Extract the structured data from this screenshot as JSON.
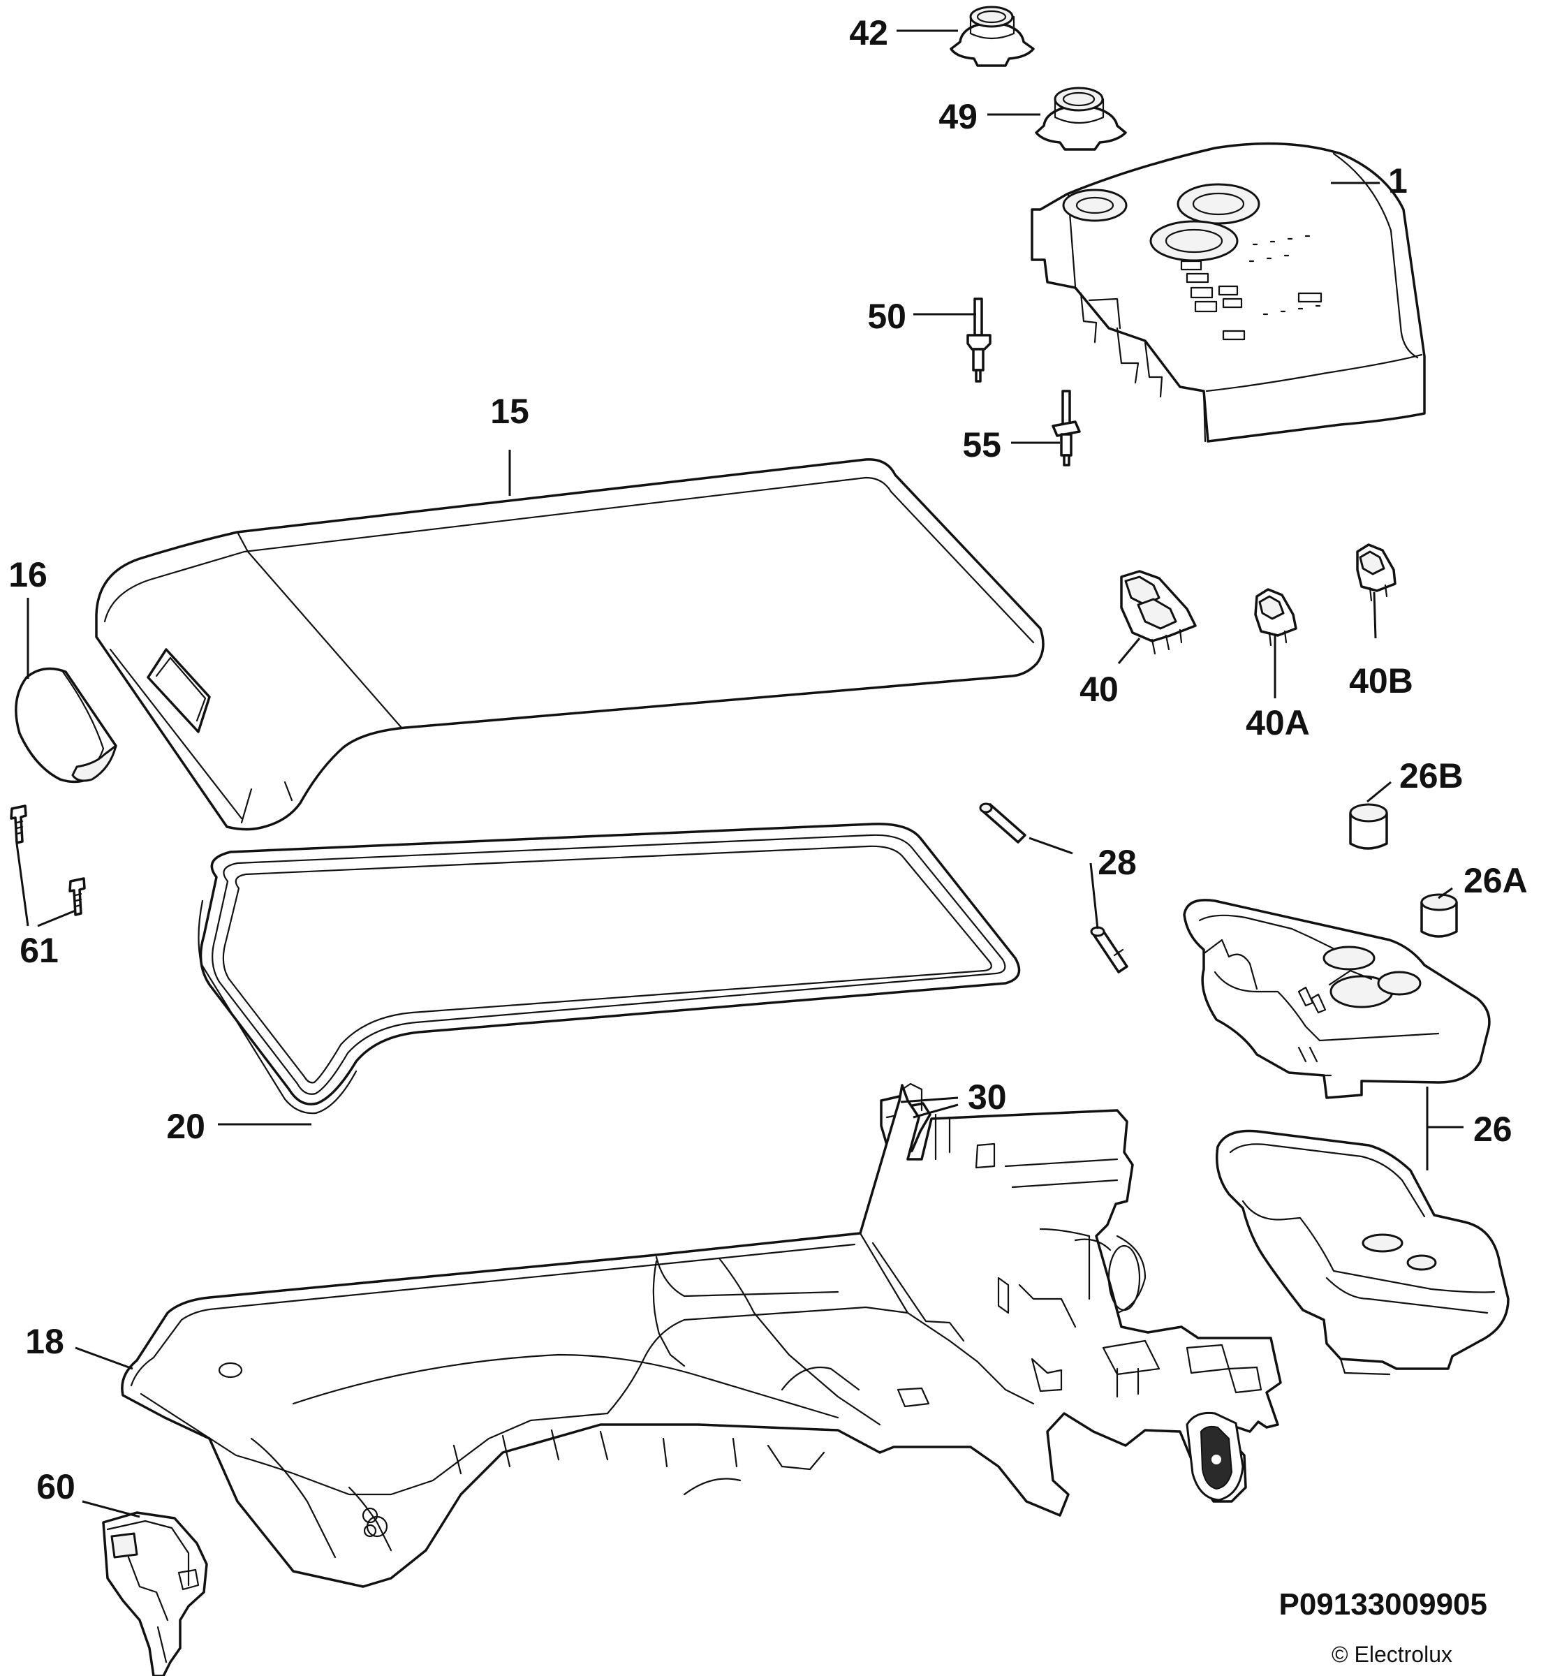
{
  "callouts": {
    "c1": "1",
    "c15": "15",
    "c16": "16",
    "c18": "18",
    "c20": "20",
    "c26": "26",
    "c26A": "26A",
    "c26B": "26B",
    "c28": "28",
    "c30": "30",
    "c40": "40",
    "c40A": "40A",
    "c40B": "40B",
    "c42": "42",
    "c49": "49",
    "c50": "50",
    "c55": "55",
    "c60": "60",
    "c61": "61"
  },
  "footer": {
    "document_number": "P09133009905",
    "copyright": "© Electrolux"
  }
}
